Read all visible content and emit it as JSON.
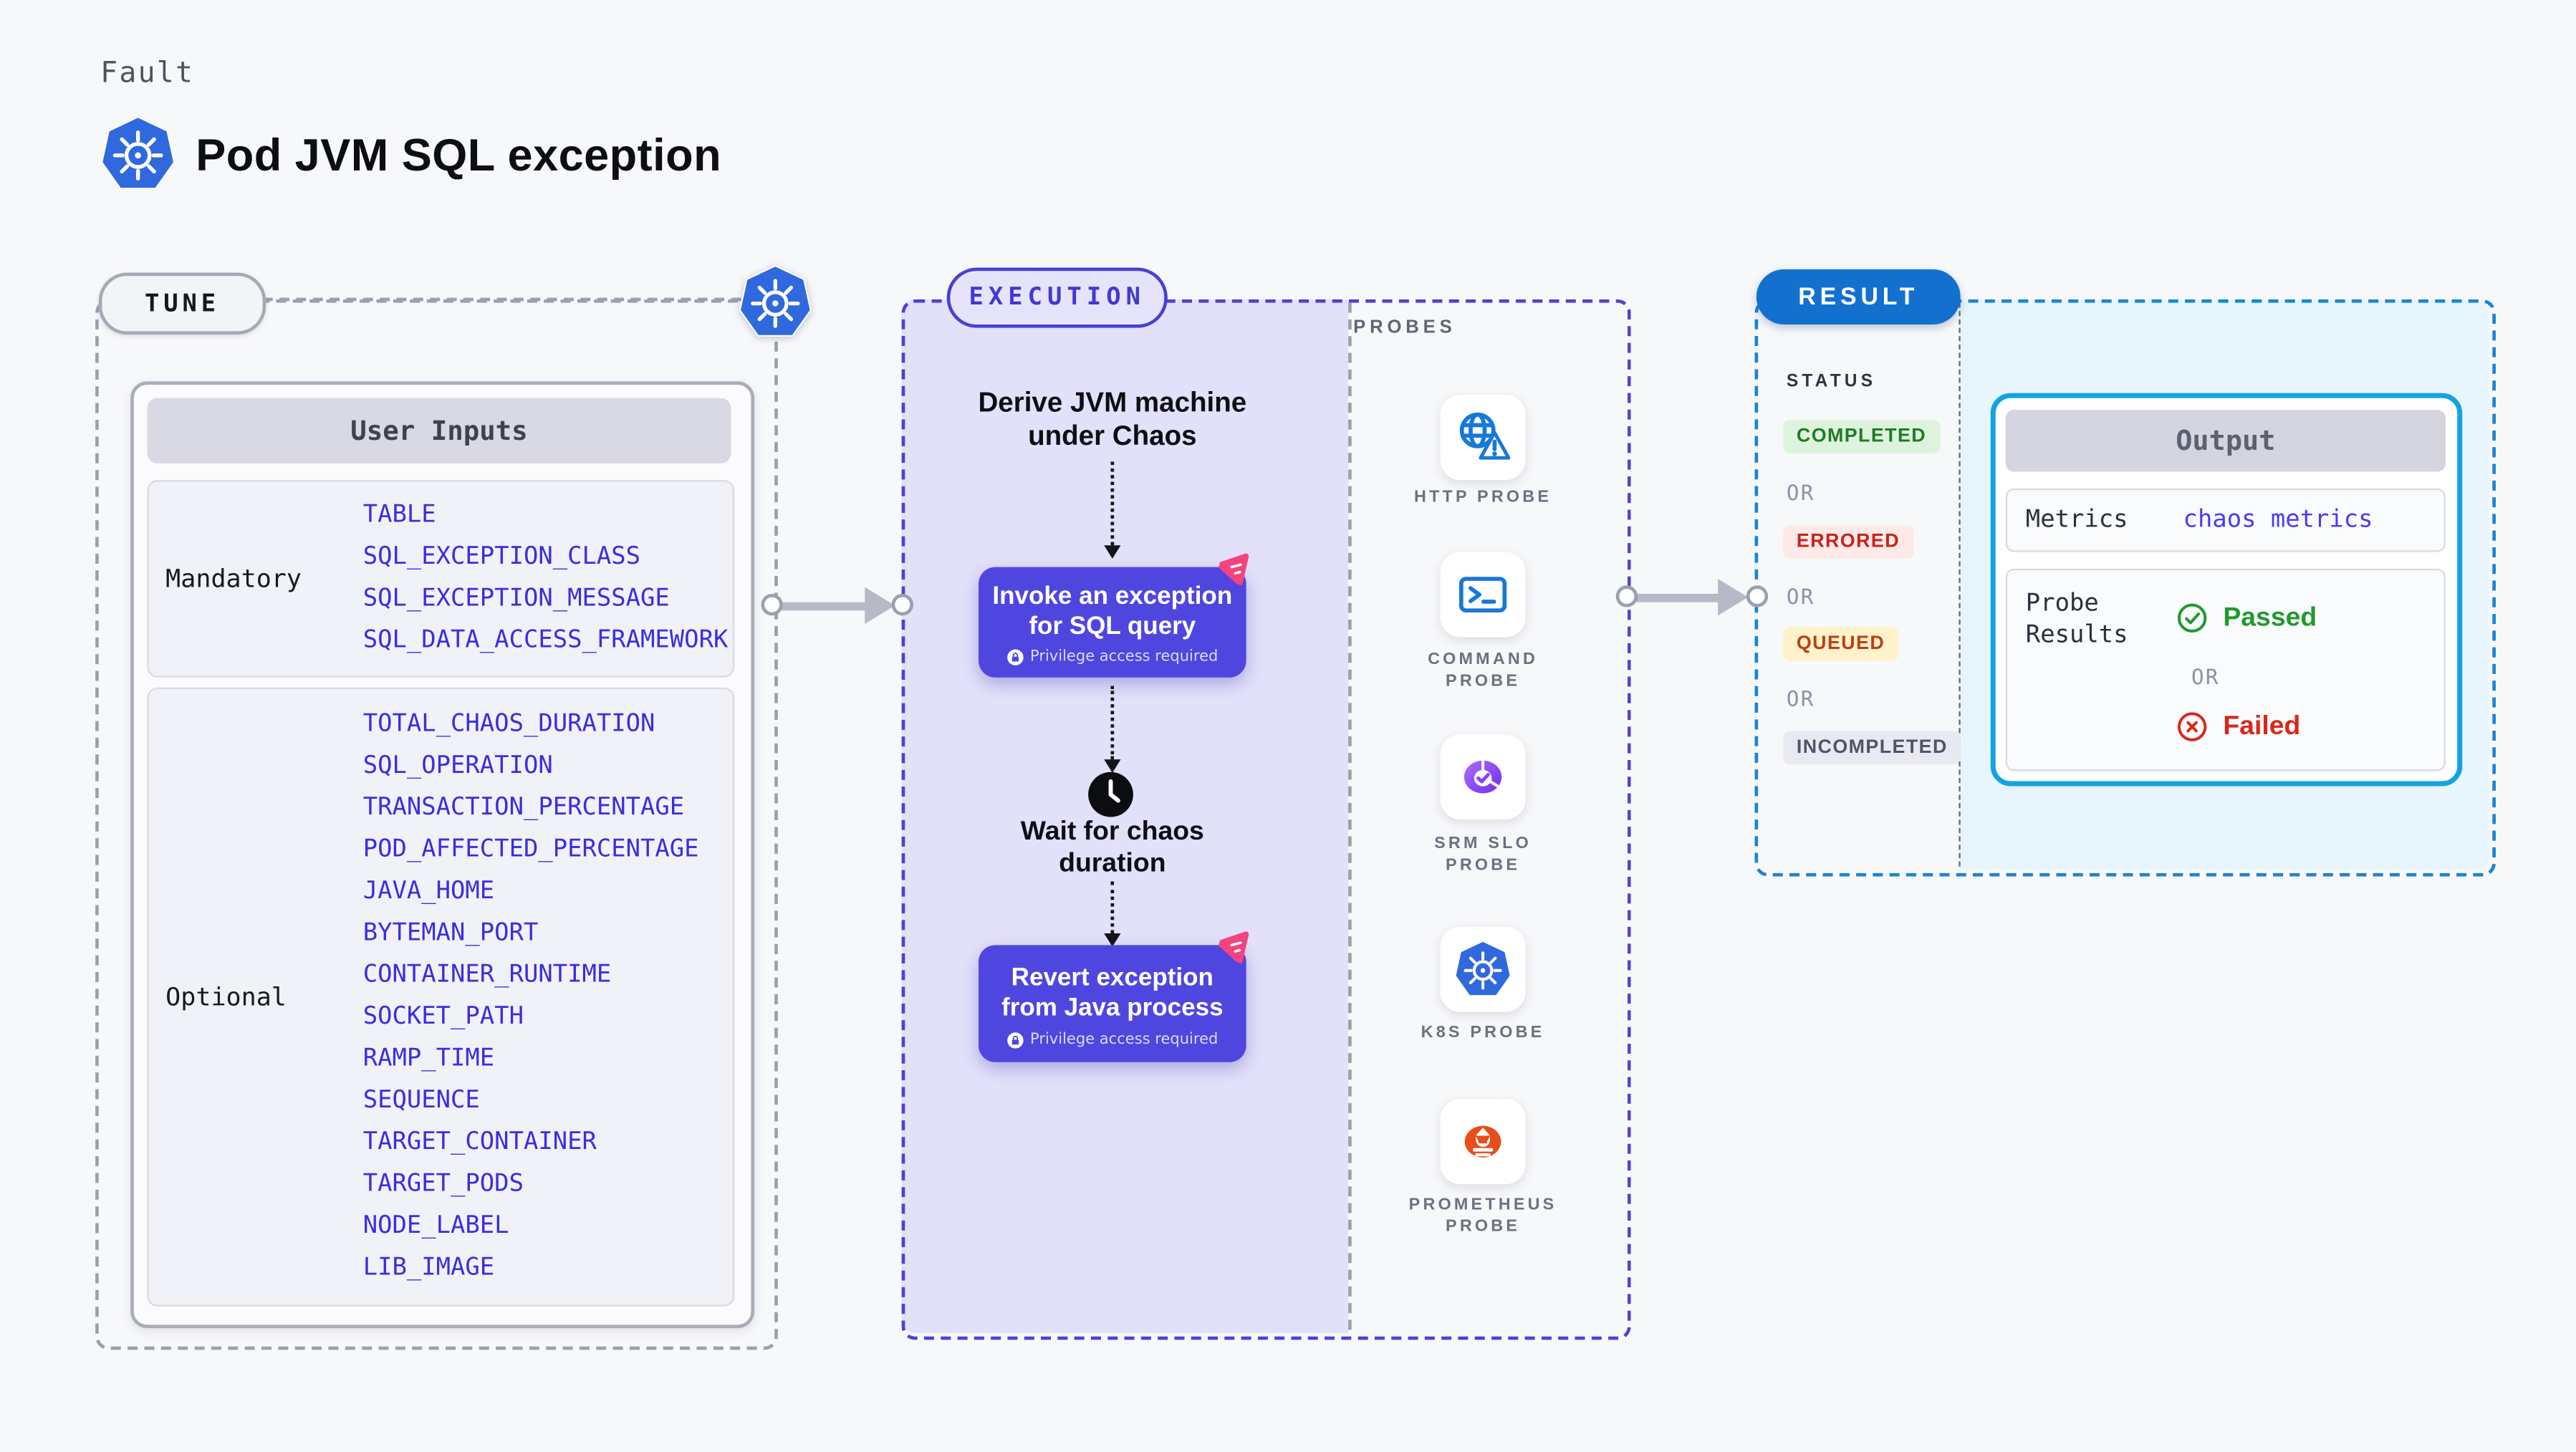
{
  "page": {
    "kicker": "Fault",
    "title": "Pod JVM SQL exception"
  },
  "tune": {
    "pill": "TUNE",
    "table_header": "User Inputs",
    "mandatory": {
      "label": "Mandatory",
      "items": [
        "TABLE",
        "SQL_EXCEPTION_CLASS",
        "SQL_EXCEPTION_MESSAGE",
        "SQL_DATA_ACCESS_FRAMEWORK"
      ]
    },
    "optional": {
      "label": "Optional",
      "items": [
        "TOTAL_CHAOS_DURATION",
        "SQL_OPERATION",
        "TRANSACTION_PERCENTAGE",
        "POD_AFFECTED_PERCENTAGE",
        "JAVA_HOME",
        "BYTEMAN_PORT",
        "CONTAINER_RUNTIME",
        "SOCKET_PATH",
        "RAMP_TIME",
        "SEQUENCE",
        "TARGET_CONTAINER",
        "TARGET_PODS",
        "NODE_LABEL",
        "LIB_IMAGE"
      ]
    }
  },
  "execution": {
    "pill": "EXECUTION",
    "step_derive": "Derive JVM machine\nunder Chaos",
    "invoke_title": "Invoke an exception\nfor SQL query",
    "wait_step": "Wait for chaos\nduration",
    "revert_title": "Revert exception\nfrom Java process",
    "privilege_note": "Privilege access required"
  },
  "probes": {
    "heading": "PROBES",
    "items": [
      {
        "icon": "http-probe-icon",
        "label": "HTTP PROBE"
      },
      {
        "icon": "command-probe-icon",
        "label": "COMMAND\nPROBE"
      },
      {
        "icon": "srm-slo-probe-icon",
        "label": "SRM SLO\nPROBE"
      },
      {
        "icon": "k8s-probe-icon",
        "label": "K8S PROBE"
      },
      {
        "icon": "prometheus-probe-icon",
        "label": "PROMETHEUS\nPROBE"
      }
    ]
  },
  "result": {
    "pill": "RESULT",
    "status_heading": "STATUS",
    "or": "OR",
    "statuses": [
      {
        "label": "COMPLETED",
        "type": "completed",
        "bg": "#def3dd",
        "fg": "#1d7d25"
      },
      {
        "label": "ERRORED",
        "type": "errored",
        "bg": "#fce9e8",
        "fg": "#c3251c"
      },
      {
        "label": "QUEUED",
        "type": "queued",
        "bg": "#fdf2ca",
        "fg": "#bb3f17"
      },
      {
        "label": "INCOMPLETED",
        "type": "incompleted",
        "bg": "#e9eaf1",
        "fg": "#4e5569"
      }
    ],
    "output": {
      "header": "Output",
      "metrics_label": "Metrics",
      "metrics_value": "chaos metrics",
      "probe_results_label": "Probe\nResults",
      "passed": "Passed",
      "or": "OR",
      "failed": "Failed"
    }
  },
  "colors": {
    "page_bg": "#f7f8fa",
    "accent_indigo": "#4f46e0",
    "execution_border": "#4b42d6",
    "execution_fill": "#e3e1fa",
    "tune_border": "#9aa0ac",
    "input_text_blue": "#3a2de0",
    "result_pill_blue": "#1470cf",
    "result_border": "#1984d8",
    "result_fill": "#e8f5fd",
    "output_border": "#12a3e4",
    "probe_icon_blue": "#1778d9",
    "srm_purple": "#8b42f3",
    "prometheus_orange": "#e84e1b",
    "k8s_blue": "#3069de",
    "chaos_pink": "#f5447d",
    "success_green": "#21992e",
    "fail_red": "#d8281c"
  }
}
